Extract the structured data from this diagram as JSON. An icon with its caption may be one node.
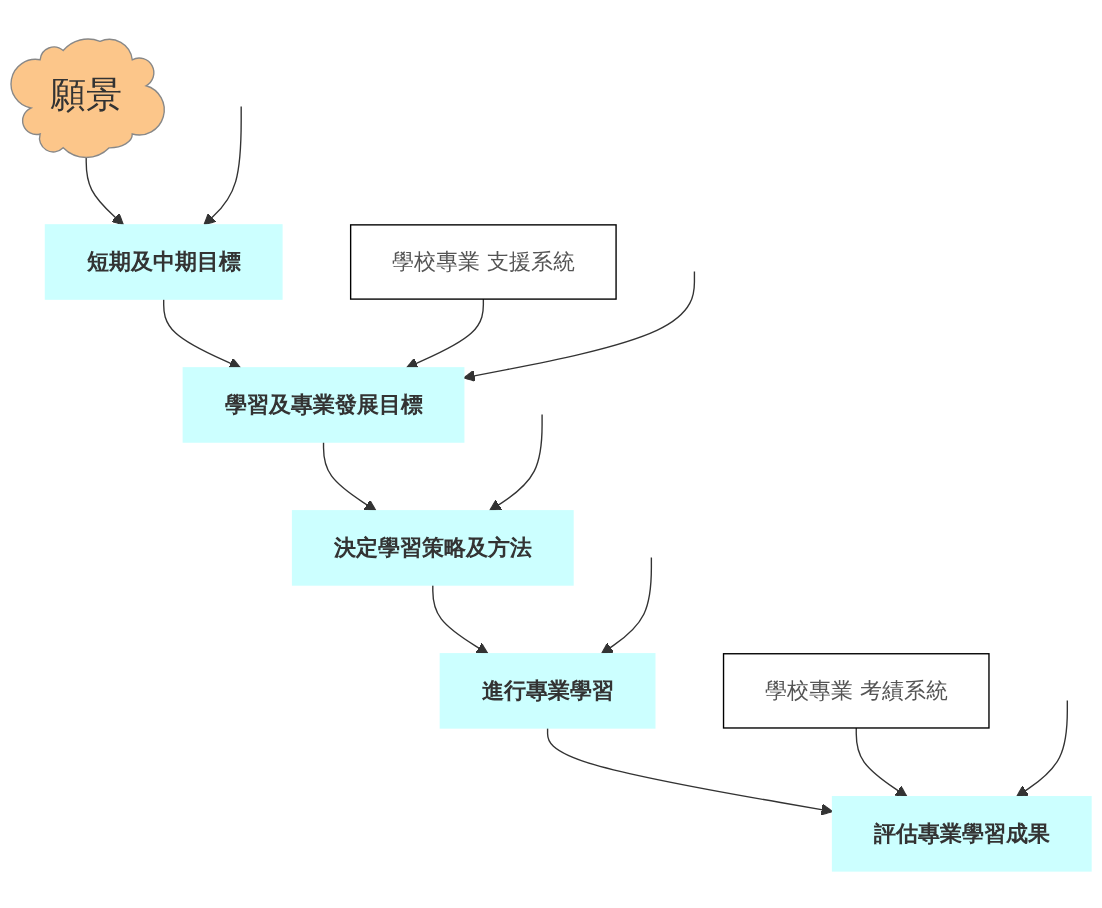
{
  "diagram": {
    "nodes": [
      {
        "text": [
          "願景"
        ]
      },
      {
        "text": [
          "短期及中期目標"
        ]
      },
      {
        "text": [
          "學習及專業發展目標"
        ]
      },
      {
        "text": [
          "決定學習策略及方法"
        ]
      },
      {
        "text": [
          "進行專業學習"
        ]
      },
      {
        "text": [
          "評估專業學習成果"
        ]
      },
      {
        "text": [
          "學校專業 支援系統"
        ]
      },
      {
        "text": [
          "學校專業 考績系統"
        ]
      }
    ],
    "edges": [
      {
        "from": 0,
        "to": 1,
        "arrow": "to"
      },
      {
        "from": 1,
        "to": 2,
        "arrow": "to"
      },
      {
        "from": 2,
        "to": 3,
        "arrow": "to"
      },
      {
        "from": 3,
        "to": 4,
        "arrow": "to"
      },
      {
        "from": 4,
        "to": 5,
        "arrow": "to"
      },
      {
        "from": 6,
        "to": 2,
        "arrow": "to"
      },
      {
        "from": 7,
        "to": 5,
        "arrow": "to"
      },
      {
        "from": null,
        "to": 1,
        "arrow": "to"
      },
      {
        "from": null,
        "to": 2,
        "arrow": "to"
      },
      {
        "from": null,
        "to": 3,
        "arrow": "to"
      },
      {
        "from": null,
        "to": 4,
        "arrow": "to"
      },
      {
        "from": null,
        "to": 5,
        "arrow": "to"
      }
    ]
  }
}
